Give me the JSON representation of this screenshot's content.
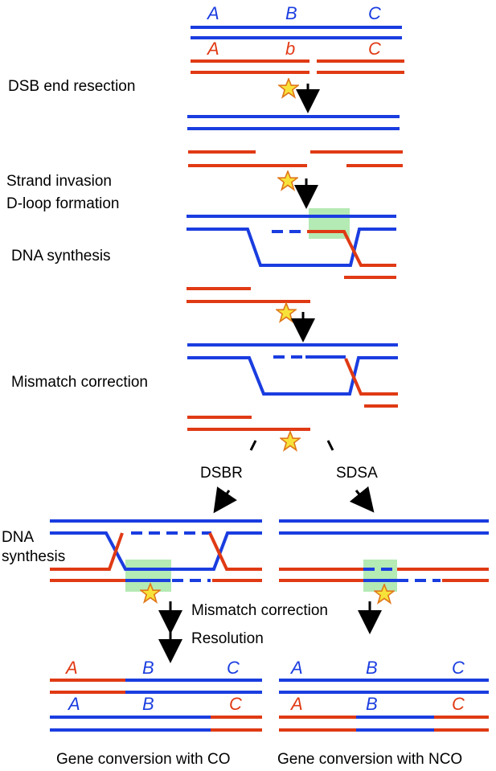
{
  "colors": {
    "blue": "#1a3de0",
    "red": "#e03a14",
    "highlight": "#9be39b",
    "star": "#f7e23a"
  },
  "steps": {
    "resection": "DSB end resection",
    "invasion": "Strand invasion",
    "dloop": "D-loop formation",
    "synthesis": "DNA synthesis",
    "mismatch": "Mismatch correction",
    "dsbr": "DSBR",
    "sdsa": "SDSA",
    "dna": "DNA",
    "synthesis2": "synthesis",
    "mismatch2": "Mismatch correction",
    "resolution": "Resolution"
  },
  "alleles": {
    "top_blue": [
      "A",
      "B",
      "C"
    ],
    "top_red": [
      "A",
      "b",
      "C"
    ],
    "co_top": [
      "A",
      "B",
      "C"
    ],
    "co_bottom": [
      "A",
      "B",
      "C"
    ],
    "nco_top": [
      "A",
      "B",
      "C"
    ],
    "nco_bottom": [
      "A",
      "B",
      "C"
    ]
  },
  "outcomes": {
    "co": "Gene conversion with CO",
    "nco": "Gene conversion with NCO"
  }
}
